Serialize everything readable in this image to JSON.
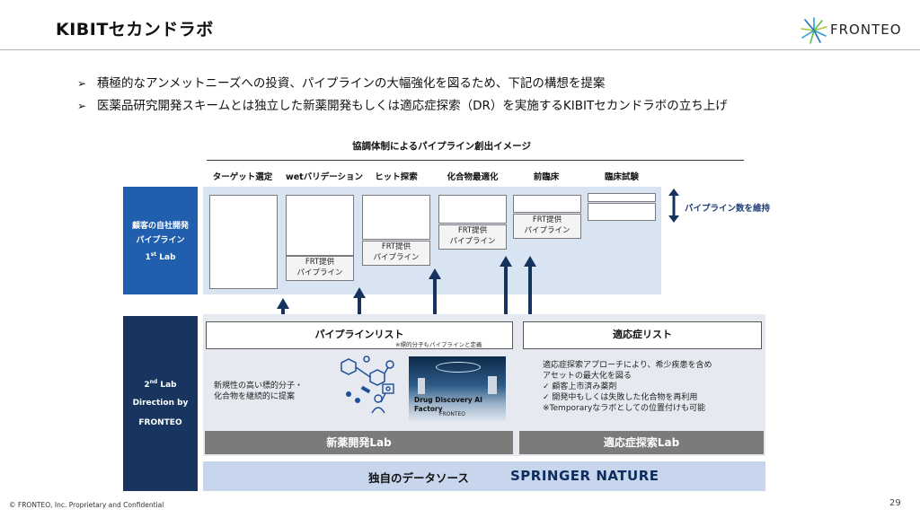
{
  "header": {
    "title": "KIBITセカンドラボ",
    "logo_text": "FRONTEO"
  },
  "bullets": [
    "積極的なアンメットニーズへの投資、パイプラインの大幅強化を図るため、下記の構想を提案",
    "医薬品研究開発スキームとは独立した新薬開発もしくは適応症探索（DR）を実施するKIBITセカンドラボの立ち上げ"
  ],
  "diagram": {
    "title": "協調体制によるパイプライン創出イメージ",
    "stages": [
      "ターゲット選定",
      "wetバリデーション",
      "ヒット探索",
      "化合物最適化",
      "前臨床",
      "臨床試験"
    ],
    "frt_label": "FRT提供",
    "pipeline_label": "パイプライン",
    "maintain_note": "パイプライン数を維持",
    "lab1": {
      "line1": "顧客の自社開発",
      "line2": "パイプライン",
      "line3": "1",
      "sup": "st",
      "line3b": " Lab"
    },
    "lab2": {
      "line1": "2",
      "sup": "nd",
      "line1b": " Lab",
      "line2": "Direction by",
      "line3": "FRONTEO"
    },
    "pipeline_list": {
      "title": "パイプラインリスト",
      "note": "※標的分子もパイプラインと定義",
      "desc_line1": "新規性の高い標的分子・",
      "desc_line2": "化合物を継続的に提案",
      "image_caption_line1": "Drug Discovery AI",
      "image_caption_line2": "Factory",
      "image_logo": "FRONTEO",
      "bar_label": "新薬開発Lab"
    },
    "indication_list": {
      "title": "適応症リスト",
      "lines": [
        "適応症探索アプローチにより、希少疾患を含め",
        "アセットの最大化を図る",
        "✓ 顧客上市済み薬剤",
        "✓ 開発中もしくは失敗した化合物を再利用",
        "※Temporaryなラボとしての位置付けも可能"
      ],
      "bar_label": "適応症探索Lab"
    },
    "data_source": {
      "label": "独自のデータソース",
      "brand": "SPRINGER NATURE"
    }
  },
  "footer": {
    "copyright": "© FRONTEO, Inc.  Proprietary and Confidential",
    "page": "29"
  }
}
